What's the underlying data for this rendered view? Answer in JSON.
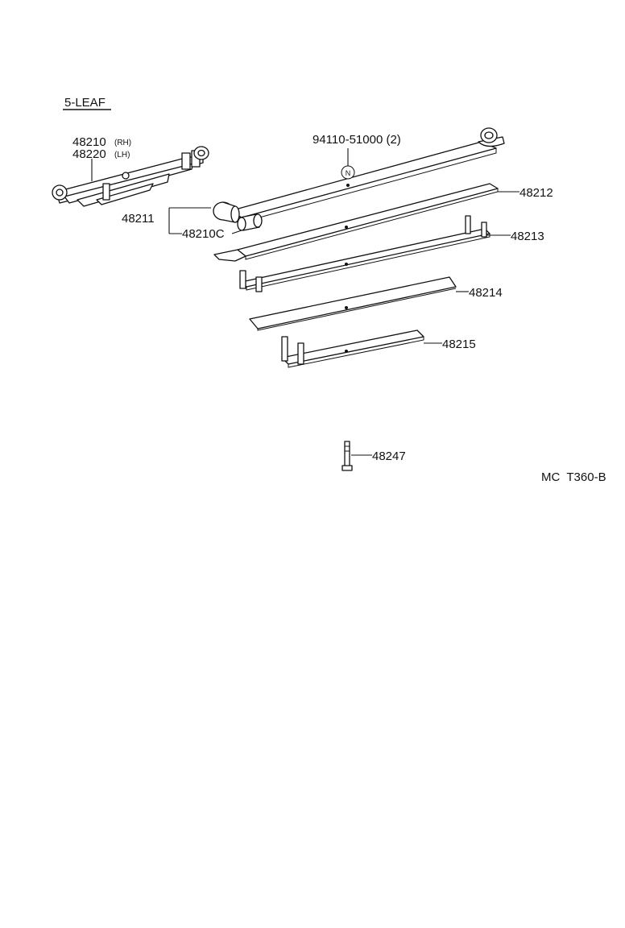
{
  "header": {
    "variant_label": "5-LEAF"
  },
  "labels": {
    "spring_assy_rh": "48210",
    "spring_assy_rh_side": "(RH)",
    "spring_assy_lh": "48220",
    "spring_assy_lh_side": "(LH)",
    "bolt_note": "94110-51000 (2)",
    "bolt_marker": "N",
    "leaf_no1": "48211",
    "bushing": "48210C",
    "leaf_no2": "48212",
    "leaf_no3": "48213",
    "leaf_no4": "48214",
    "leaf_no5": "48215",
    "center_bolt": "48247"
  },
  "footer": {
    "figure_code": "MC  T360-B"
  },
  "colors": {
    "line": "#111111",
    "background": "#ffffff"
  }
}
